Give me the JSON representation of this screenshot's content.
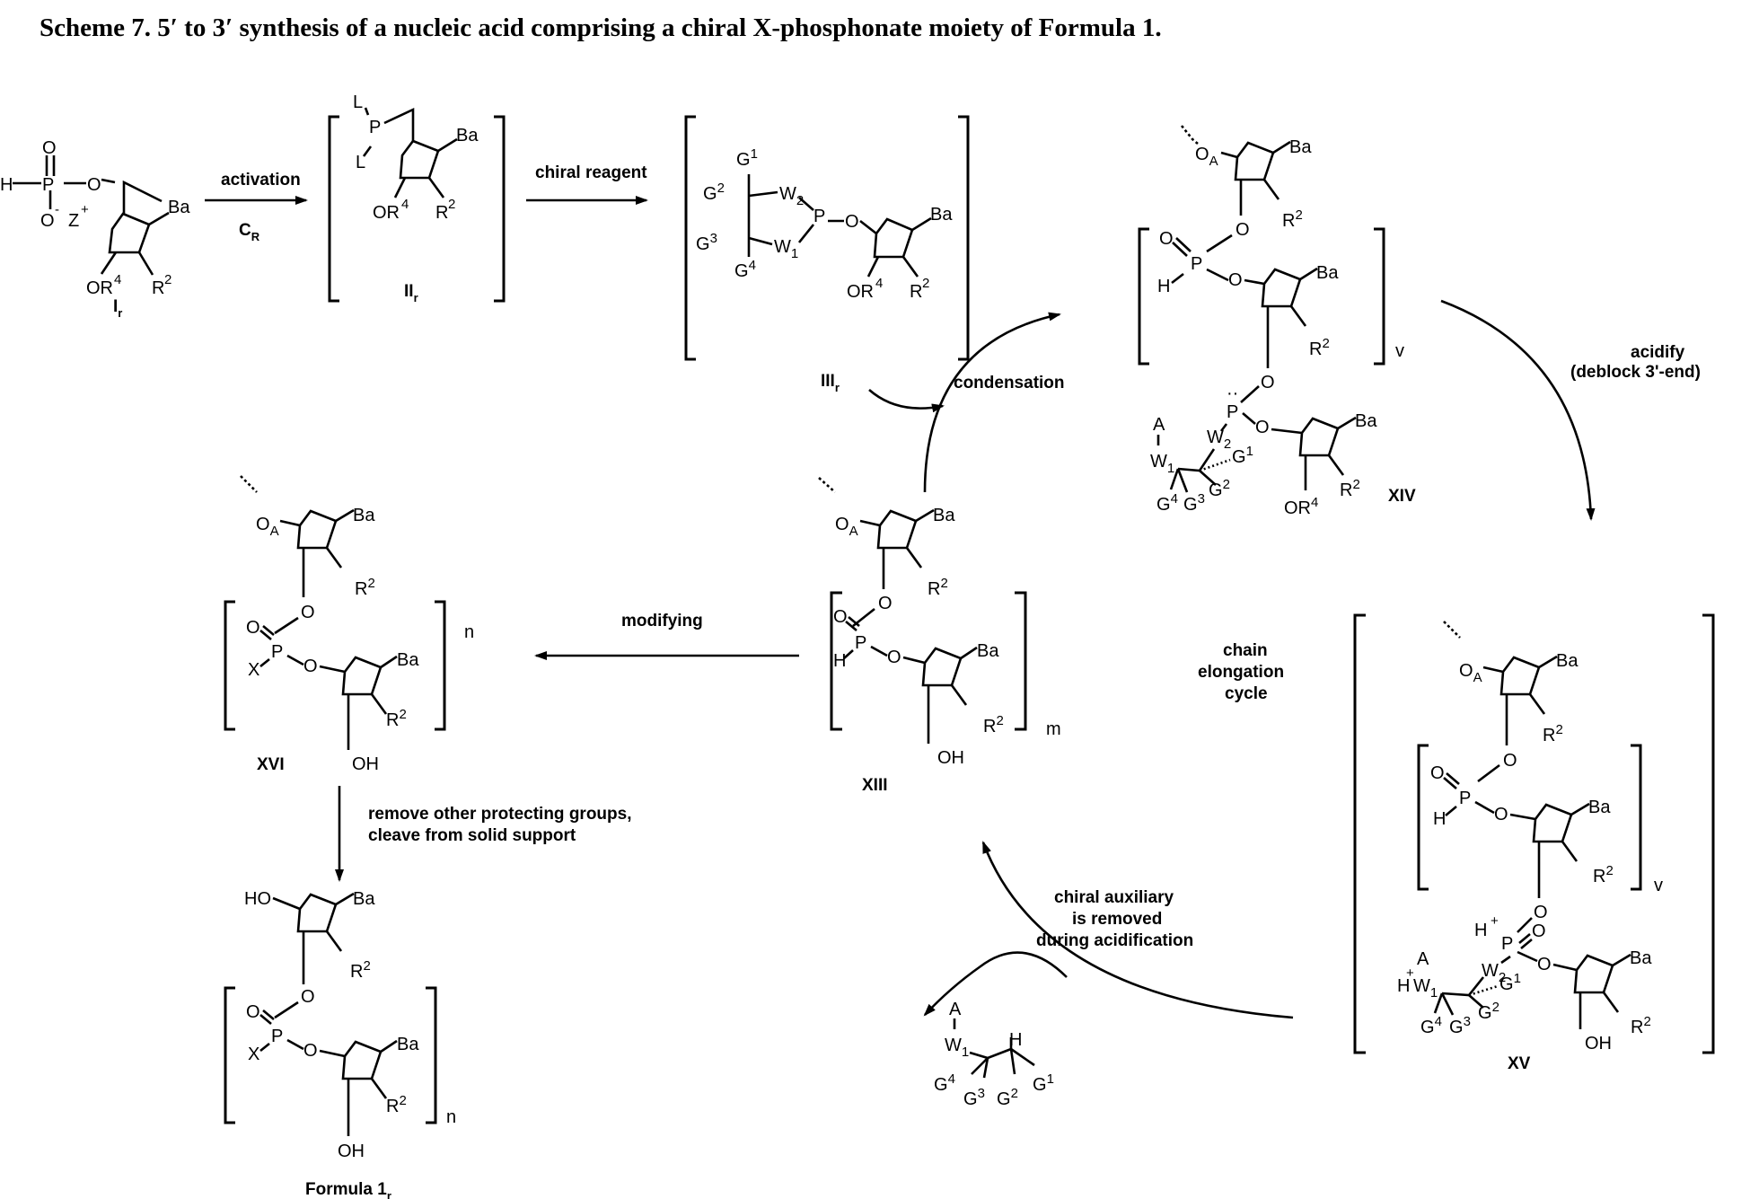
{
  "title": "Scheme 7.  5′ to 3′ synthesis of a nucleic acid comprising a chiral X-phosphonate moiety of Formula 1.",
  "atoms": {
    "Ba": "Ba",
    "R": "R",
    "sup2": "2",
    "sup4": "4",
    "O": "O",
    "OR": "OR",
    "OH": "OH",
    "HO": "HO",
    "H": "H",
    "P": "P",
    "X": "X",
    "A": "A",
    "L": "L",
    "Z": "Z",
    "OA": "O",
    "subA": "A",
    "W": "W",
    "G": "G",
    "one": "1",
    "two": "2",
    "three": "3",
    "four": "4"
  },
  "compounds": {
    "I": {
      "main": "I",
      "sub": "r"
    },
    "II": {
      "main": "II",
      "sub": "r"
    },
    "III": {
      "main": "III",
      "sub": "r"
    },
    "XIII": "XIII",
    "XIV": "XIV",
    "XV": "XV",
    "XVI": "XVI",
    "F1": {
      "main": "Formula 1",
      "sub": "r"
    }
  },
  "repeat": {
    "v": "v",
    "n": "n",
    "m": "m"
  },
  "arrows": {
    "activation": "activation",
    "cr": {
      "main": "C",
      "sub": "R"
    },
    "chiral_reagent": "chiral reagent",
    "condensation": "condensation",
    "acidify_1": "acidify",
    "acidify_2": "(deblock 3'-end)",
    "cycle_1": "chain",
    "cycle_2": "elongation",
    "cycle_3": "cycle",
    "modifying": "modifying",
    "remove_1": "remove other protecting groups,",
    "remove_2": "cleave from solid support",
    "aux_1": "chiral auxiliary",
    "aux_2": "is removed",
    "aux_3": "during acidification"
  }
}
